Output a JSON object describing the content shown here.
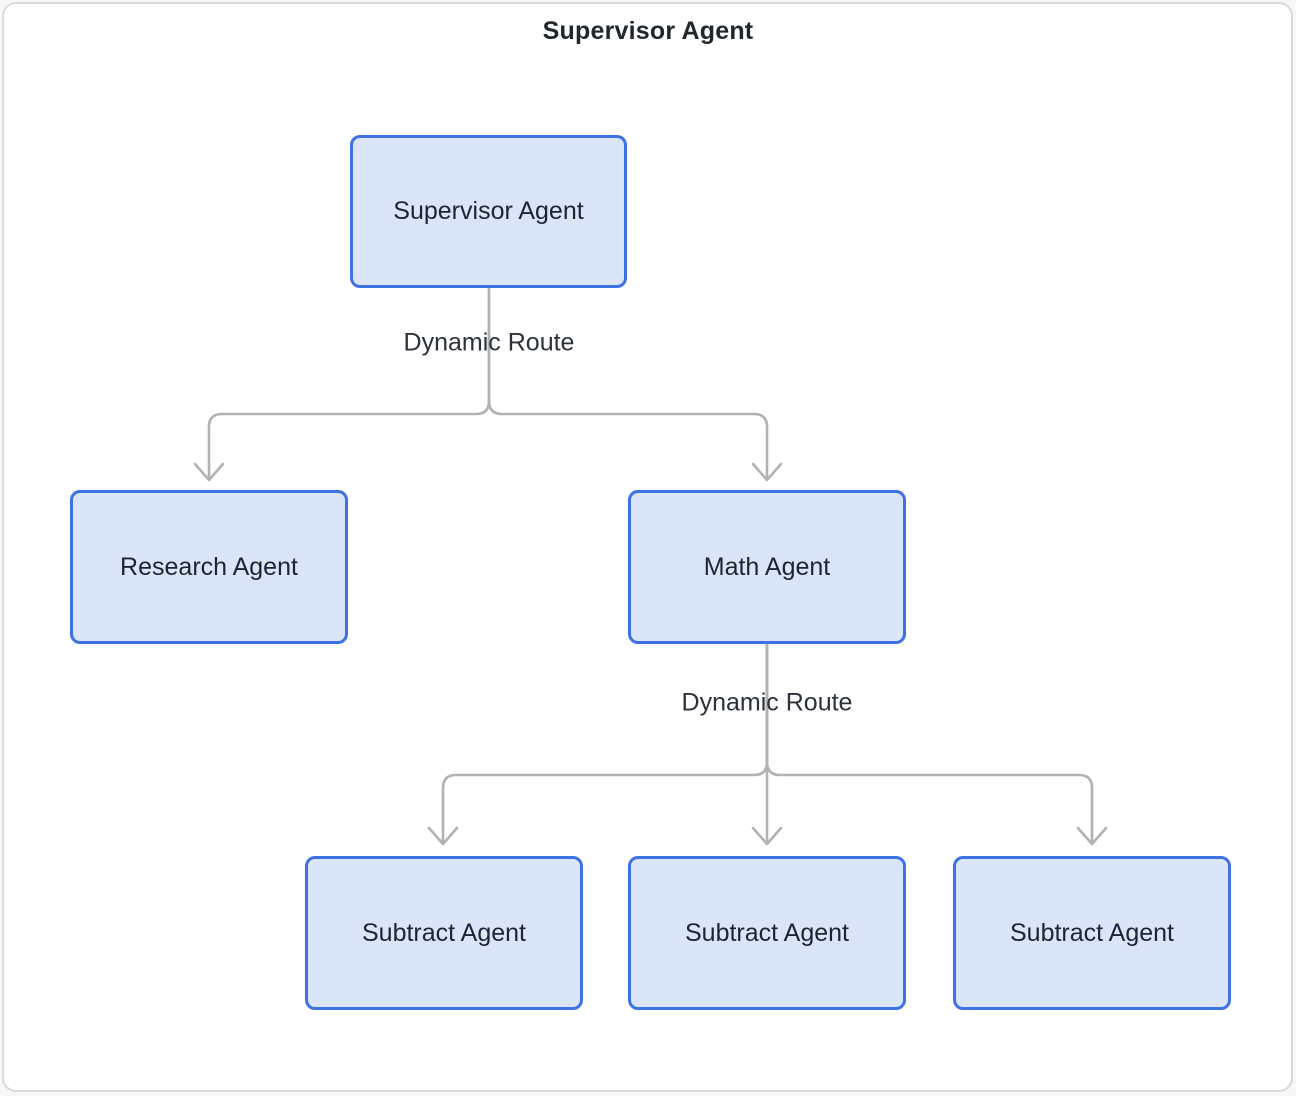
{
  "diagram": {
    "title": "Supervisor Agent",
    "nodes": [
      {
        "id": "supervisor",
        "label": "Supervisor Agent"
      },
      {
        "id": "research",
        "label": "Research Agent"
      },
      {
        "id": "math",
        "label": "Math Agent"
      },
      {
        "id": "subtract_1",
        "label": "Subtract Agent"
      },
      {
        "id": "subtract_2",
        "label": "Subtract Agent"
      },
      {
        "id": "subtract_3",
        "label": "Subtract Agent"
      }
    ],
    "edge_labels": [
      {
        "text": "Dynamic Route"
      },
      {
        "text": "Dynamic Route"
      }
    ],
    "edges": [
      {
        "from": "supervisor",
        "to": "research",
        "label": "Dynamic Route"
      },
      {
        "from": "supervisor",
        "to": "math",
        "label": "Dynamic Route"
      },
      {
        "from": "math",
        "to": "subtract_1",
        "label": "Dynamic Route"
      },
      {
        "from": "math",
        "to": "subtract_2",
        "label": "Dynamic Route"
      },
      {
        "from": "math",
        "to": "subtract_3",
        "label": "Dynamic Route"
      }
    ],
    "colors": {
      "node_fill": "#dbe5fa",
      "node_border": "#3d72e4",
      "node_text": "#1d2433",
      "connector": "#b1b1b6",
      "card_border": "#d9d9de",
      "card_background": "#ffffff",
      "title_text": "#22272e",
      "label_text": "#2c313a",
      "page_background": "#f7f7f8"
    }
  }
}
